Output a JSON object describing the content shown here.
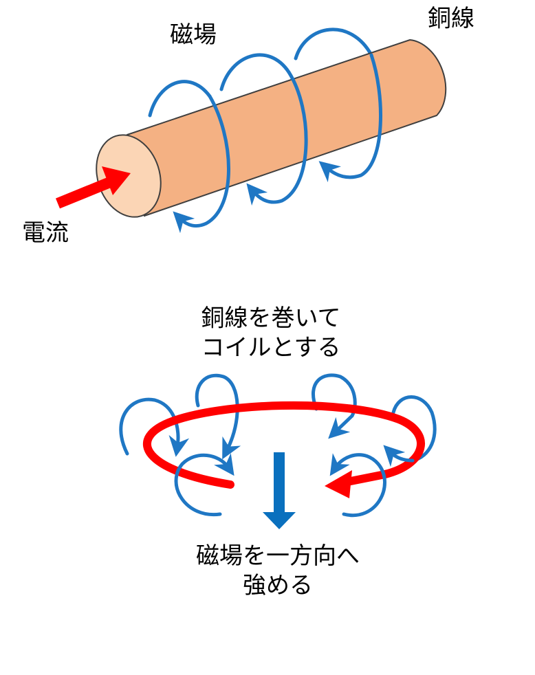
{
  "labels": {
    "copper_wire": "銅線",
    "magnetic_field": "磁場",
    "current": "電流",
    "coil_line1": "銅線を巻いて",
    "coil_line2": "コイルとする",
    "field_line1": "磁場を一方向へ",
    "field_line2": "強める"
  },
  "colors": {
    "wire_body": "#f4b183",
    "wire_end": "#fbd5b5",
    "wire_outline": "#3f3f3f",
    "field_line": "#1f77c4",
    "current_arrow": "#ff0000",
    "coil": "#ff0000",
    "field_arrow": "#0a70be",
    "text": "#000000",
    "background": "#ffffff"
  }
}
